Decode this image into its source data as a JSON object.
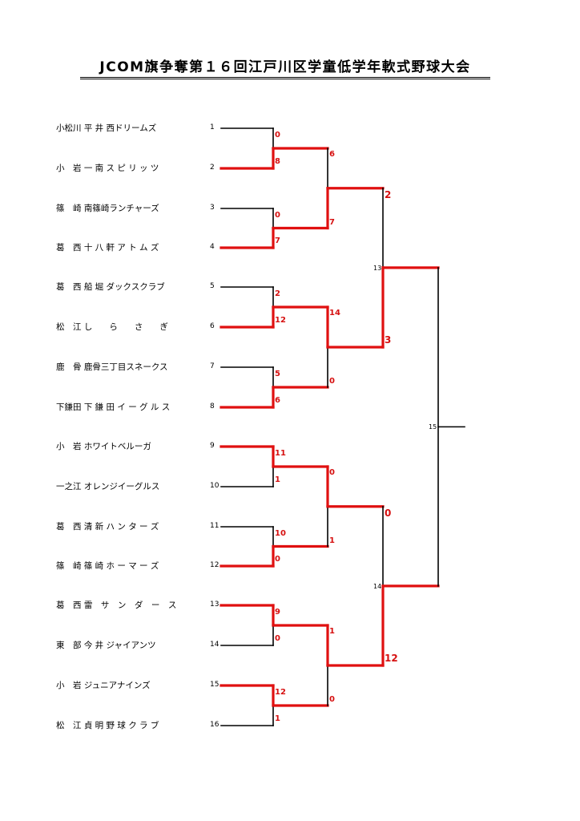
{
  "title": "JCOM旗争奪第１６回江戸川区学童低学年軟式野球大会",
  "teams": [
    {
      "name": "小松川 平 井 西ドリームズ",
      "seed": "1"
    },
    {
      "name": "小　岩 一 南 ス ピ リ ッ ツ",
      "seed": "2"
    },
    {
      "name": "篠　崎 南篠崎ランチャーズ",
      "seed": "3"
    },
    {
      "name": "葛　西 十 八 軒 ア ト ム ズ",
      "seed": "4"
    },
    {
      "name": "葛　西 船 堀 ダックスクラブ",
      "seed": "5"
    },
    {
      "name": "松　江 し　　ら　　さ　　ぎ",
      "seed": "6"
    },
    {
      "name": "鹿　骨 鹿骨三丁目スネークス",
      "seed": "7"
    },
    {
      "name": "下鎌田 下 鎌 田 イ ー グ ル ス",
      "seed": "8"
    },
    {
      "name": "小　岩 ホワイトベルーガ",
      "seed": "9"
    },
    {
      "name": "一之江 オレンジイーグルス",
      "seed": "10"
    },
    {
      "name": "葛　西 清 新 ハ ン タ ー ズ",
      "seed": "11"
    },
    {
      "name": "篠　崎 篠 崎 ホ ー マ ー ズ",
      "seed": "12"
    },
    {
      "name": "葛　西 雷　サ　ン　ダ　ー　ス",
      "seed": "13"
    },
    {
      "name": "東　部 今 井 ジャイアンツ",
      "seed": "14"
    },
    {
      "name": "小　岩 ジュニアナインズ",
      "seed": "15"
    },
    {
      "name": "松　江 貞 明 野 球 ク ラ ブ",
      "seed": "16"
    }
  ],
  "r1_scores": [
    "0",
    "8",
    "0",
    "7",
    "2",
    "12",
    "5",
    "6",
    "11",
    "1",
    "10",
    "0",
    "9",
    "0",
    "12",
    "1"
  ],
  "r2_scores": [
    "6",
    "7",
    "14",
    "0",
    "0",
    "1",
    "1",
    "0"
  ],
  "r3_scores": [
    "2",
    "3",
    "0",
    "12"
  ],
  "match_numbers": {
    "semi_top": "13",
    "semi_bottom": "14",
    "final": "15"
  },
  "colors": {
    "winner": "#e01010",
    "line": "#000000"
  }
}
